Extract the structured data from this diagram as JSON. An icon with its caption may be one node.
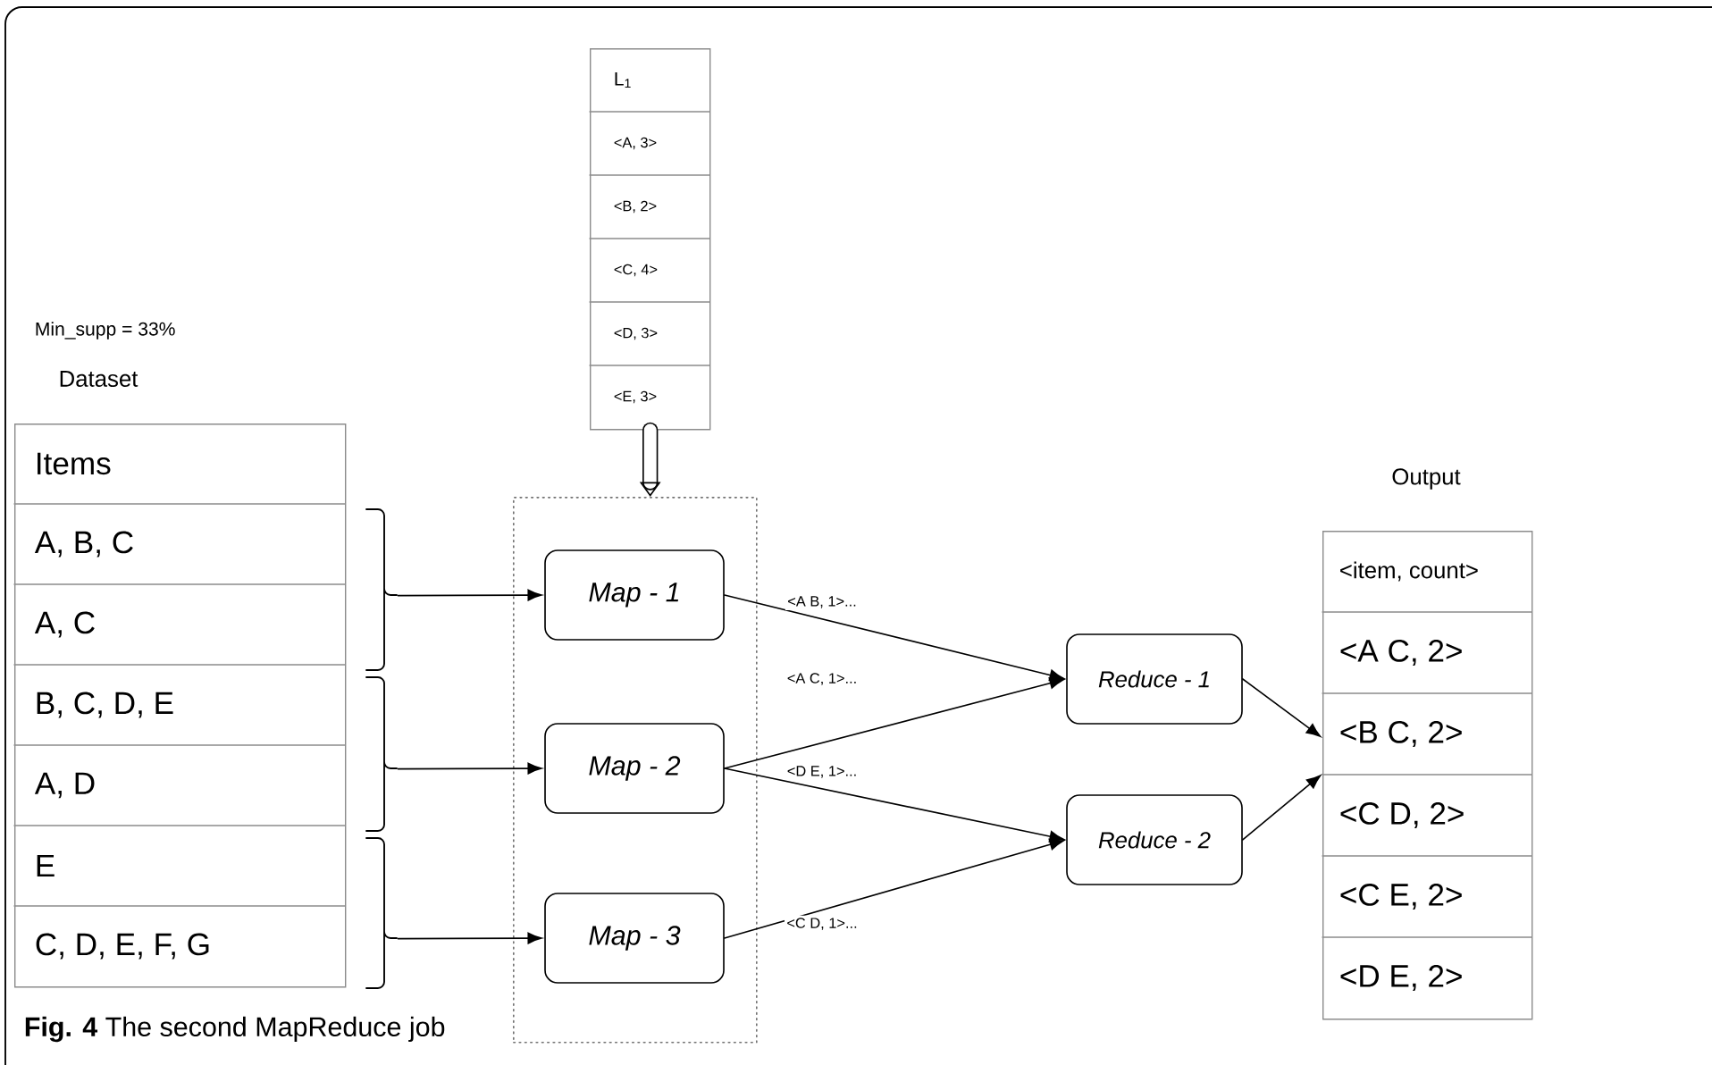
{
  "diagram": {
    "caption": "**Fig. 4** The second MapReduce job",
    "nodes": [
      {
        "text": [
          "Dataset",
          "Items",
          "A, B, C",
          "A, C",
          "B, C, D, E",
          "A, D",
          "E",
          "C, D, E, F, G"
        ]
      },
      {
        "text": [
          "L$_{1}$",
          "<A, 3>",
          "<B, 2>",
          "<C, 4>",
          "<D, 3>",
          "<E, 3>"
        ]
      },
      {
        "text": [],
        "shape": "box"
      },
      {
        "text": [
          "Map - 1"
        ],
        "in": 2
      },
      {
        "text": [
          "Map - 2"
        ],
        "in": 2
      },
      {
        "text": [
          "Map - 3"
        ],
        "in": 2
      },
      {
        "text": [
          "Reduce - 1"
        ]
      },
      {
        "text": [
          "Reduce - 2"
        ]
      },
      {
        "text": [
          "Output",
          "<item, count>",
          "<A C, 2>",
          "<B C, 2>",
          "<C D, 2>",
          "<C E, 2>",
          "<D E, 2>"
        ]
      }
    ],
    "edges": [
      {
        "from": 0,
        "to": 3,
        "arrow": "to"
      },
      {
        "from": 0,
        "to": 4,
        "arrow": "to"
      },
      {
        "from": 0,
        "to": 5,
        "arrow": "to"
      },
      {
        "from": 1,
        "to": 2,
        "arrow": "to",
        "style": "thick"
      },
      {
        "from": 3,
        "to": 6,
        "arrow": "to",
        "label": "<A B, 1>..."
      },
      {
        "from": 4,
        "to": 6,
        "arrow": "to",
        "label": "<A C, 1>..."
      },
      {
        "from": 4,
        "to": 7,
        "arrow": "to",
        "label": "<D E, 1>..."
      },
      {
        "from": 5,
        "to": 7,
        "arrow": "to",
        "label": "<C D, 1>..."
      },
      {
        "from": 6,
        "to": 8,
        "arrow": "to"
      },
      {
        "from": 7,
        "to": 8,
        "arrow": "to"
      }
    ],
    "labels": [
      "Min_supp = 33%"
    ]
  }
}
